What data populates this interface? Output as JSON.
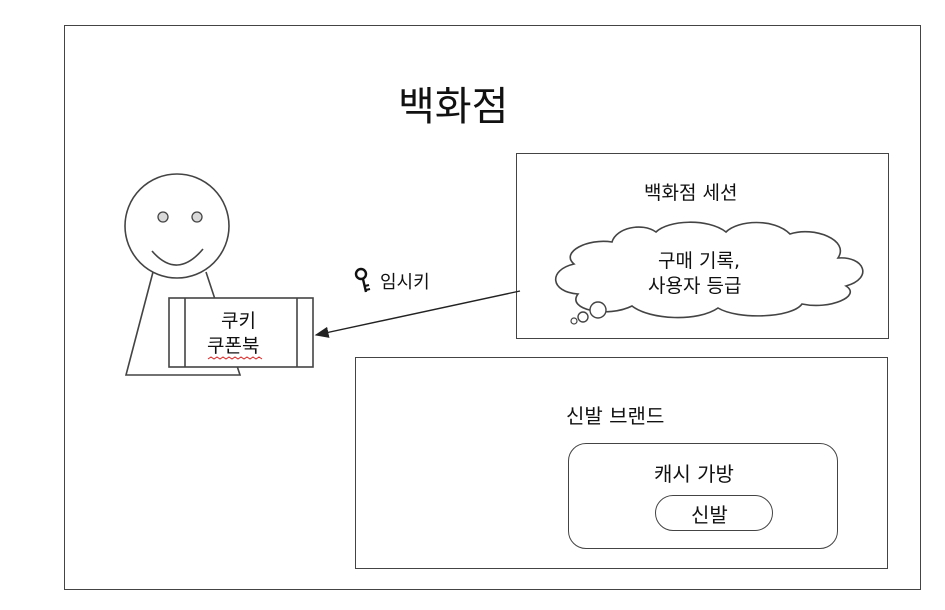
{
  "department_store": {
    "title": "백화점"
  },
  "session": {
    "title": "백화점 세션",
    "cloud_line1": "구매 기록,",
    "cloud_line2": "사용자 등급"
  },
  "key": {
    "label": "임시키"
  },
  "cookie": {
    "line1": "쿠키",
    "line2": "쿠폰북"
  },
  "brand": {
    "title": "신발 브랜드",
    "bag_label": "캐시 가방",
    "pill_label": "신발"
  }
}
